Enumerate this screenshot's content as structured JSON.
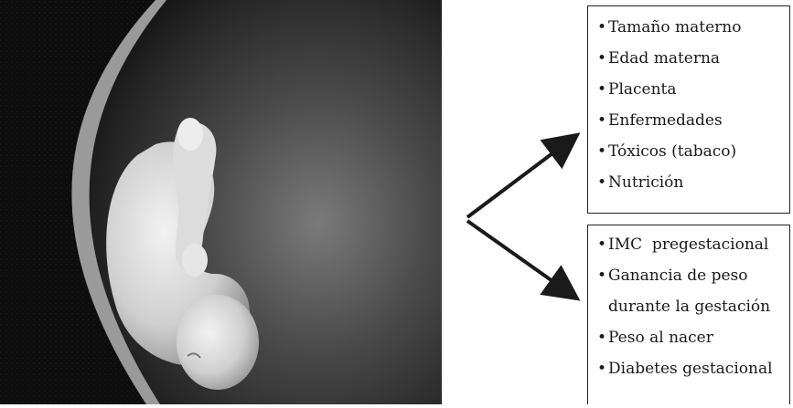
{
  "image": {
    "subject": "fetus-in-womb-icon"
  },
  "box_top": {
    "items": [
      "Tamaño materno",
      "Edad materna",
      "Placenta",
      "Enfermedades",
      "Tóxicos (tabaco)",
      "Nutrición"
    ]
  },
  "box_bottom": {
    "items": [
      {
        "line1": "IMC  pregestacional"
      },
      {
        "line1": "Ganancia de peso",
        "line2": "durante la gestación"
      },
      {
        "line1": "Peso al nacer"
      },
      {
        "line1": "Diabetes gestacional"
      }
    ]
  },
  "bullet": "•",
  "colors": {
    "arrow": "#1a1a1a",
    "box_border": "#222222",
    "photo_bg": "#0c0c0c"
  }
}
